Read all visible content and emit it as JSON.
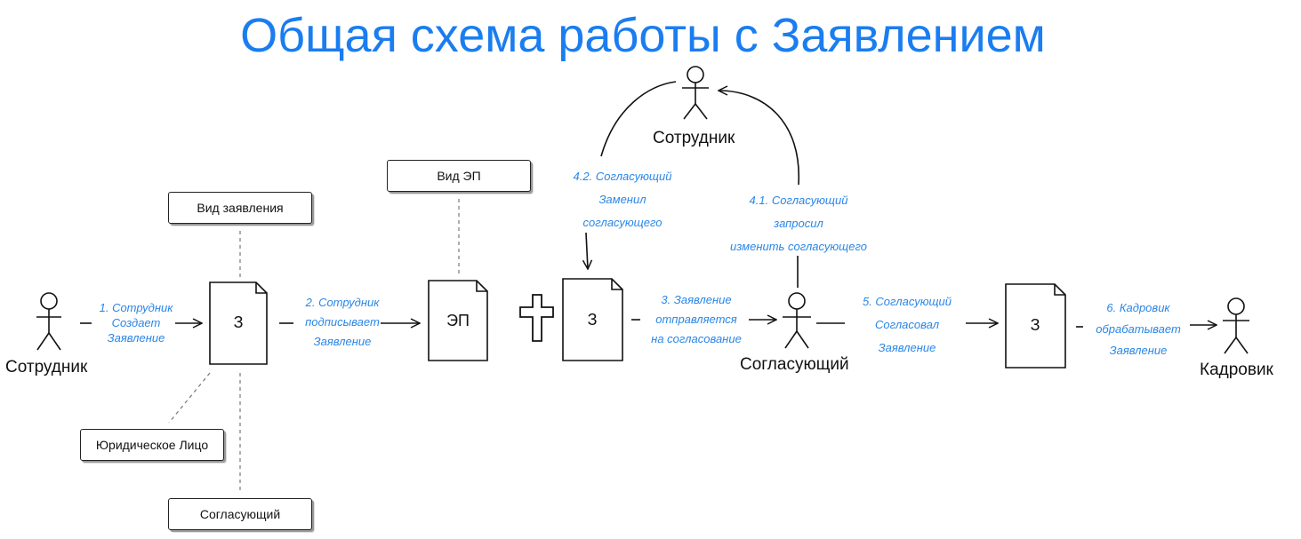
{
  "title": "Общая схема работы с Заявлением",
  "actors": {
    "employee_left": "Сотрудник",
    "employee_top": "Сотрудник",
    "approver": "Согласующий",
    "hr": "Кадровик"
  },
  "documents": {
    "doc1": "З",
    "signature": "ЭП",
    "doc2": "З",
    "doc3": "З"
  },
  "attribute_boxes": {
    "application_type": "Вид заявления",
    "legal_entity": "Юридическое Лицо",
    "approver": "Согласующий",
    "signature_type": "Вид ЭП"
  },
  "steps": {
    "step1": [
      "1. Сотрудник",
      "Создает",
      "Заявление"
    ],
    "step2": [
      "2. Сотрудник",
      "подписывает",
      "Заявление"
    ],
    "step3": [
      "3. Заявление",
      "отправляется",
      "на согласование"
    ],
    "step4_1": [
      "4.1. Согласующий",
      "запросил",
      "изменить согласующего"
    ],
    "step4_2": [
      "4.2. Согласующий",
      "Заменил",
      "согласующего"
    ],
    "step5": [
      "5. Согласующий",
      "Согласовал",
      "Заявление"
    ],
    "step6": [
      "6. Кадровик",
      "обрабатывает",
      "Заявление"
    ]
  },
  "colors": {
    "accent": "#1a7df0",
    "step_text": "#2a86e6",
    "ink": "#111111"
  }
}
